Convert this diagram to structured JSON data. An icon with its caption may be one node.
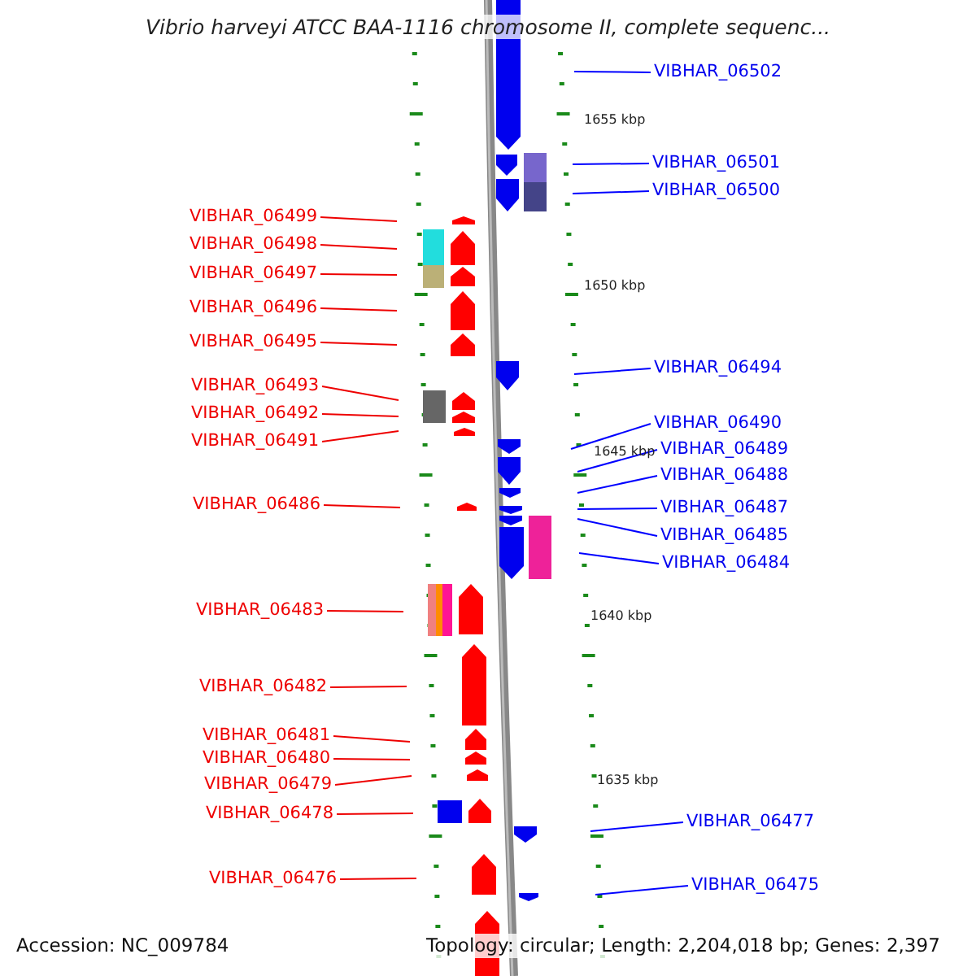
{
  "diagram": {
    "title": "Vibrio harveyi ATCC BAA-1116 chromosome II, complete sequenc...",
    "nodes": [
      {
        "text": [
          "VIBHAR_06502"
        ]
      },
      {
        "text": [
          "VIBHAR_06501"
        ]
      },
      {
        "text": [
          "VIBHAR_06500"
        ]
      },
      {
        "text": [
          "VIBHAR_06499"
        ]
      },
      {
        "text": [
          "VIBHAR_06498"
        ]
      },
      {
        "text": [
          "VIBHAR_06497"
        ]
      },
      {
        "text": [
          "VIBHAR_06496"
        ]
      },
      {
        "text": [
          "VIBHAR_06495"
        ]
      },
      {
        "text": [
          "VIBHAR_06494"
        ]
      },
      {
        "text": [
          "VIBHAR_06493"
        ]
      },
      {
        "text": [
          "VIBHAR_06492"
        ]
      },
      {
        "text": [
          "VIBHAR_06490"
        ]
      },
      {
        "text": [
          "VIBHAR_06491"
        ]
      },
      {
        "text": [
          "VIBHAR_06489"
        ]
      },
      {
        "text": [
          "VIBHAR_06488"
        ]
      },
      {
        "text": [
          "VIBHAR_06486"
        ]
      },
      {
        "text": [
          "VIBHAR_06487"
        ]
      },
      {
        "text": [
          "VIBHAR_06485"
        ]
      },
      {
        "text": [
          "VIBHAR_06484"
        ]
      },
      {
        "text": [
          "VIBHAR_06483"
        ]
      },
      {
        "text": [
          "VIBHAR_06482"
        ]
      },
      {
        "text": [
          "VIBHAR_06481"
        ]
      },
      {
        "text": [
          "VIBHAR_06480"
        ]
      },
      {
        "text": [
          "VIBHAR_06479"
        ]
      },
      {
        "text": [
          "VIBHAR_06478"
        ]
      },
      {
        "text": [
          "VIBHAR_06477"
        ]
      },
      {
        "text": [
          "VIBHAR_06476"
        ]
      },
      {
        "text": [
          "VIBHAR_06475"
        ]
      }
    ],
    "edges": [
      {
        "from": 0,
        "to": null,
        "arrow": "none",
        "color": "#0000ff"
      },
      {
        "from": 1,
        "to": null,
        "arrow": "none",
        "color": "#0000ff"
      },
      {
        "from": 2,
        "to": null,
        "arrow": "none",
        "color": "#0000ff"
      },
      {
        "from": 3,
        "to": null,
        "arrow": "none"
      },
      {
        "from": 4,
        "to": null,
        "arrow": "none"
      },
      {
        "from": 5,
        "to": null,
        "arrow": "none"
      },
      {
        "from": 6,
        "to": null,
        "arrow": "none"
      },
      {
        "from": 7,
        "to": null,
        "arrow": "none"
      },
      {
        "from": 8,
        "to": null,
        "arrow": "none",
        "color": "#0000ff"
      },
      {
        "from": 9,
        "to": null,
        "arrow": "none"
      },
      {
        "from": 10,
        "to": null,
        "arrow": "none"
      },
      {
        "from": 11,
        "to": null,
        "arrow": "none",
        "color": "#0000ff"
      },
      {
        "from": 12,
        "to": null,
        "arrow": "none"
      },
      {
        "from": 13,
        "to": null,
        "arrow": "none",
        "color": "#0000ff"
      },
      {
        "from": 14,
        "to": null,
        "arrow": "none",
        "color": "#0000ff"
      },
      {
        "from": 15,
        "to": null,
        "arrow": "none"
      },
      {
        "from": 16,
        "to": null,
        "arrow": "none",
        "color": "#0000ff"
      },
      {
        "from": 17,
        "to": null,
        "arrow": "none",
        "color": "#0000ff"
      },
      {
        "from": 18,
        "to": null,
        "arrow": "none",
        "color": "#0000ff"
      },
      {
        "from": 19,
        "to": null,
        "arrow": "none"
      },
      {
        "from": 20,
        "to": null,
        "arrow": "none"
      },
      {
        "from": 21,
        "to": null,
        "arrow": "none"
      },
      {
        "from": 22,
        "to": null,
        "arrow": "none"
      },
      {
        "from": 23,
        "to": null,
        "arrow": "none"
      },
      {
        "from": 24,
        "to": null,
        "arrow": "none"
      },
      {
        "from": 25,
        "to": null,
        "arrow": "none",
        "color": "#0000ff"
      },
      {
        "from": 26,
        "to": null,
        "arrow": "none"
      },
      {
        "from": 27,
        "to": null,
        "arrow": "none",
        "color": "#0000ff"
      }
    ],
    "labels": [
      "1655 kbp",
      "1650 kbp",
      "1645 kbp",
      "1640 kbp",
      "1635 kbp",
      "Accession: NC_009784",
      "Topology: circular; Length: 2,204,018 bp; Genes: 2,397"
    ]
  }
}
